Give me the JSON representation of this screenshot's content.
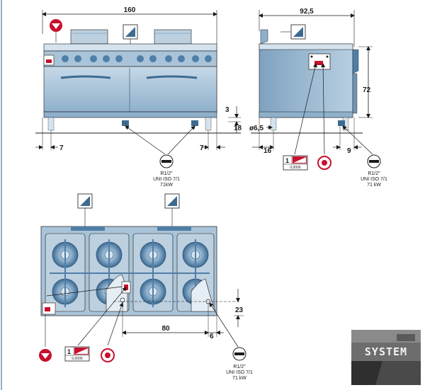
{
  "front_view": {
    "width_dim": "160",
    "foot_offset_left": "7",
    "foot_offset_right": "7",
    "height_dim_a": "3",
    "height_dim_b": "18",
    "gas_label": [
      "R1/2\"",
      "UNI ISO 7/1",
      "71kW"
    ]
  },
  "side_view": {
    "depth_dim": "92,5",
    "height_dim": "72",
    "diameter_dim": "ø6,5",
    "offset_left": "16",
    "offset_right": "9",
    "gas_label": [
      "R1/2\"",
      "UNI ISO 7/1",
      "71 kW"
    ],
    "plate_number": "1",
    "plate_code": "0,0006"
  },
  "top_view": {
    "width_dim": "80",
    "offset_right": "6",
    "depth_dim": "23",
    "gas_label": [
      "R1/2\"",
      "UNI ISO 7/1",
      "71 kW"
    ],
    "plate_number": "1",
    "plate_code": "0,0006"
  },
  "logo": {
    "text": "SYSTEM"
  },
  "colors": {
    "line": "#1a1a1a",
    "body": "#a9c4d9",
    "body_dark": "#6f93b3",
    "body_light": "#d4e3ee",
    "burner": "#4f7ea6",
    "hob": "#bcd0e0",
    "safety_red": "#c8102e",
    "ground": "#8c8c8c"
  }
}
